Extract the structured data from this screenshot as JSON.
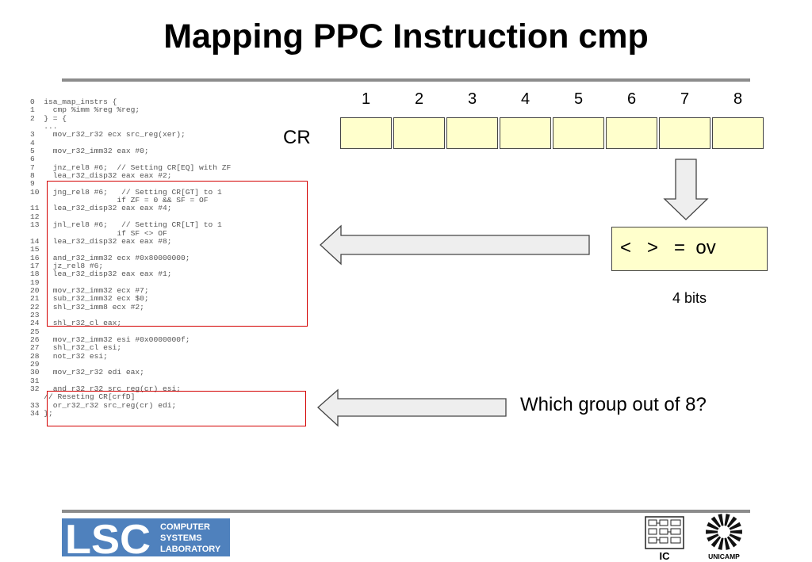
{
  "slide": {
    "title": "Mapping PPC Instruction cmp"
  },
  "code_lines": [
    "0  isa_map_instrs {",
    "1    cmp %imm %reg %reg;",
    "2  } = {",
    "   ...",
    "3    mov_r32_r32 ecx src_reg(xer);",
    "4",
    "5    mov_r32_imm32 eax #0;",
    "6",
    "7    jnz_rel8 #6;  // Setting CR[EQ] with ZF",
    "8    lea_r32_disp32 eax eax #2;",
    "9",
    "10   jng_rel8 #6;   // Setting CR[GT] to 1",
    "                   if ZF = 0 && SF = OF",
    "11   lea_r32_disp32 eax eax #4;",
    "12",
    "13   jnl_rel8 #6;   // Setting CR[LT] to 1",
    "                   if SF <> OF",
    "14   lea_r32_disp32 eax eax #8;",
    "15",
    "16   and_r32_imm32 ecx #0x80000000;",
    "17   jz_rel8 #6;",
    "18   lea_r32_disp32 eax eax #1;",
    "19",
    "20   mov_r32_imm32 ecx #7;",
    "21   sub_r32_imm32 ecx $0;",
    "22   shl_r32_imm8 ecx #2;",
    "23",
    "24   shl_r32_cl eax;",
    "25",
    "26   mov_r32_imm32 esi #0x0000000f;",
    "27   shl_r32_cl esi;",
    "28   not_r32 esi;",
    "29",
    "30   mov_r32_r32 edi eax;",
    "31",
    "32   and_r32_r32 src_reg(cr) esi;",
    "   // Reseting CR[crfD]",
    "33   or_r32_r32 src_reg(cr) edi;",
    "34 };"
  ],
  "register": {
    "label": "CR",
    "group_numbers": [
      "1",
      "2",
      "3",
      "4",
      "5",
      "6",
      "7",
      "8"
    ],
    "bits_text": "<   >   =  ov",
    "bits_caption": "4 bits"
  },
  "question": "Which group out of 8?",
  "footer": {
    "lsc_letters": "LSC",
    "lsc_line1": "COMPUTER",
    "lsc_line2": "SYSTEMS",
    "lsc_line3": "LABORATORY",
    "ic_text": "IC",
    "unicamp_text": "UNICAMP"
  },
  "colors": {
    "cell_fill": "#ffffcc",
    "highlight": "#d40000",
    "lsc_blue": "#4f81bd",
    "rule_gray": "#8c8c8c"
  }
}
